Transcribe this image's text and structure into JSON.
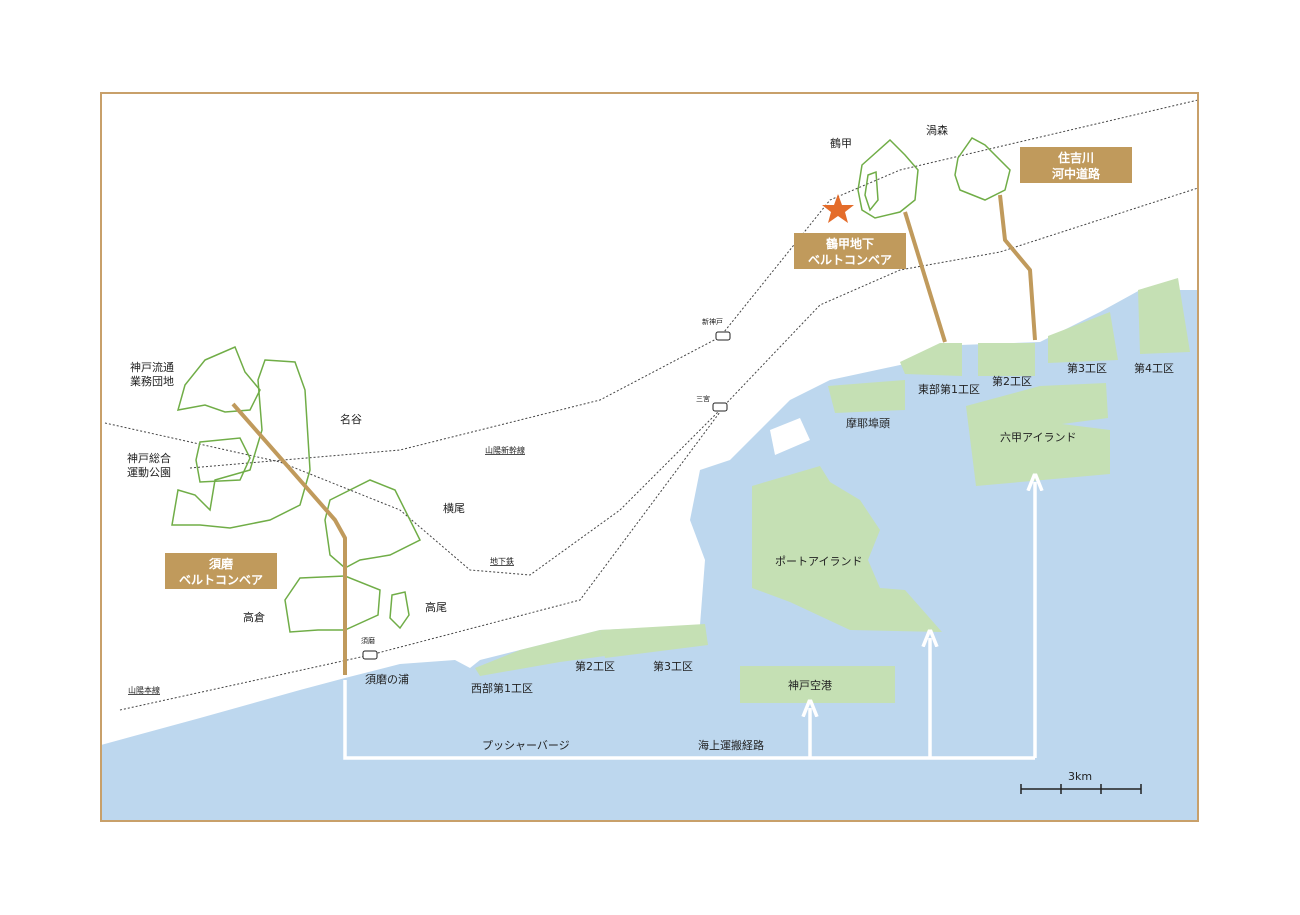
{
  "colors": {
    "water": "#bdd7ee",
    "reclaimed": "#c5e0b4",
    "outline": "#70ad47",
    "belt": "#c09a5c",
    "star": "#e46c2a",
    "frame": "#c8a06a"
  },
  "belt_boxes": {
    "suma": {
      "line1": "須磨",
      "line2": "ベルトコンベア"
    },
    "tsurukabuto": {
      "line1": "鶴甲地下",
      "line2": "ベルトコンベア"
    },
    "sumiyoshi": {
      "line1": "住吉川",
      "line2": "河中道路"
    }
  },
  "places": {
    "ryutsu1": "神戸流通",
    "ryutsu2": "業務団地",
    "undo1": "神戸総合",
    "undo2": "運動公園",
    "natani": "名谷",
    "yokoo": "横尾",
    "takakura": "高倉",
    "takao": "高尾",
    "tsurukabuto": "鶴甲",
    "uzumori": "渦森",
    "sumanoura": "須磨の浦"
  },
  "railways": {
    "shinkansen": "山陽新幹線",
    "subway": "地下鉄",
    "honsen": "山陽本線"
  },
  "stations": {
    "suma": "須磨",
    "shinkobe": "新神戸",
    "sannomiya": "三宮"
  },
  "reclaimed_areas": {
    "west1": "西部第1工区",
    "west2": "第2工区",
    "west3": "第3工区",
    "port_island": "ポートアイランド",
    "airport": "神戸空港",
    "maya": "摩耶埠頭",
    "east1": "東部第1工区",
    "east2": "第2工区",
    "east3": "第3工区",
    "east4": "第4工区",
    "rokko_island": "六甲アイランド"
  },
  "routes": {
    "pusher": "プッシャーバージ",
    "sea": "海上運搬経路"
  },
  "scale": {
    "label": "3km"
  }
}
